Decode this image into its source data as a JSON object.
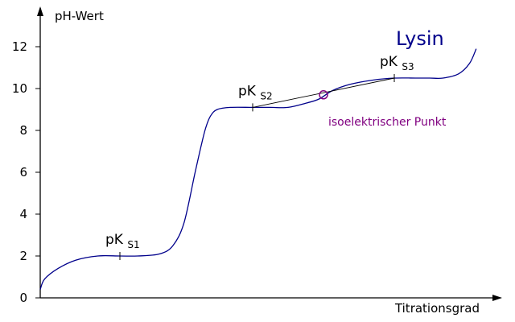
{
  "chart_data": {
    "type": "line",
    "title": "Lysin",
    "ylabel": "pH-Wert",
    "xlabel": "Titrationsgrad",
    "ylim": [
      0,
      13
    ],
    "y_ticks": [
      "0",
      "2",
      "4",
      "6",
      "8",
      "10",
      "12"
    ],
    "grid": false,
    "series": [
      {
        "name": "Lysin",
        "x": [
          0,
          0.01,
          0.04,
          0.08,
          0.13,
          0.18,
          0.22,
          0.27,
          0.3,
          0.325,
          0.35,
          0.365,
          0.375,
          0.385,
          0.4,
          0.43,
          0.48,
          0.52,
          0.56,
          0.6,
          0.63,
          0.66,
          0.7,
          0.75,
          0.8,
          0.85,
          0.88,
          0.91,
          0.945,
          0.97,
          0.985
        ],
        "y": [
          0.4,
          0.9,
          1.4,
          1.8,
          2.0,
          2.0,
          2.0,
          2.1,
          2.5,
          3.6,
          6.0,
          7.4,
          8.2,
          8.7,
          9.0,
          9.1,
          9.1,
          9.1,
          9.1,
          9.3,
          9.5,
          9.9,
          10.2,
          10.4,
          10.5,
          10.5,
          10.5,
          10.5,
          10.7,
          11.2,
          11.9
        ],
        "color": "#00008b"
      }
    ],
    "annotations": [
      {
        "prefix": "pK",
        "sub": "S1",
        "x": 0.18,
        "y": 2.0
      },
      {
        "prefix": "pK",
        "sub": "S2",
        "x": 0.48,
        "y": 9.1
      },
      {
        "prefix": "pK",
        "sub": "S3",
        "x": 0.8,
        "y": 10.5
      }
    ],
    "isoelectric_point": {
      "label": "isoelektrischer Punkt",
      "x": 0.64,
      "y": 9.7,
      "color": "#800080"
    }
  }
}
